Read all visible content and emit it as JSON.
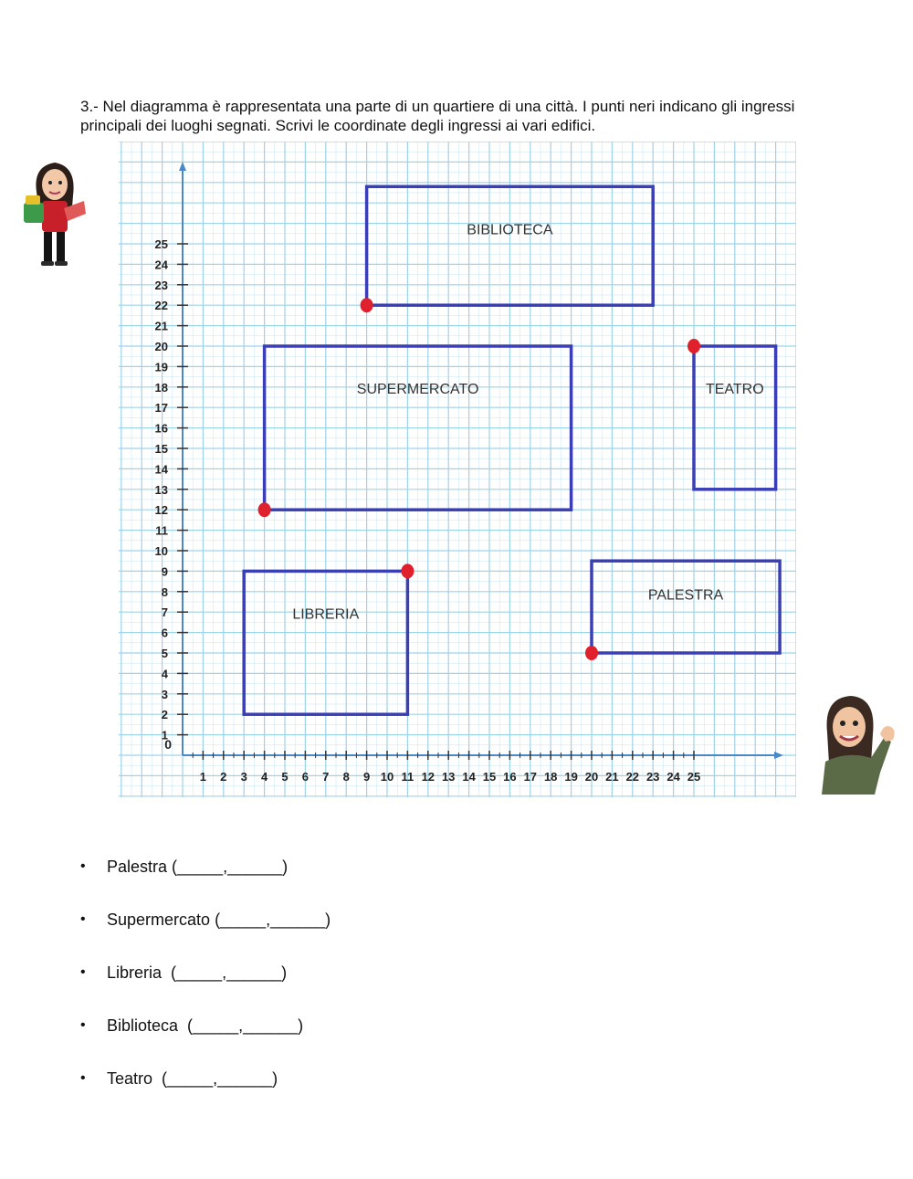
{
  "instructions": "3.- Nel diagramma è rappresentata una parte di un quartiere di una città. I punti neri indicano gli ingressi principali dei luoghi segnati. Scrivi le coordinate degli ingressi ai vari edifici.",
  "chart_data": {
    "type": "diagram",
    "x_ticks": [
      "1",
      "2",
      "3",
      "4",
      "5",
      "6",
      "7",
      "8",
      "9",
      "10",
      "11",
      "12",
      "13",
      "14",
      "15",
      "16",
      "17",
      "18",
      "19",
      "20",
      "21",
      "22",
      "23",
      "24",
      "25"
    ],
    "y_ticks": [
      "1",
      "2",
      "3",
      "4",
      "5",
      "6",
      "7",
      "8",
      "9",
      "10",
      "11",
      "12",
      "13",
      "14",
      "15",
      "16",
      "17",
      "18",
      "19",
      "20",
      "21",
      "22",
      "23",
      "24",
      "25"
    ],
    "origin_label": "0",
    "buildings": [
      {
        "name": "BIBLIOTECA",
        "x1": 9,
        "y1": 22,
        "x2": 23,
        "y2": 27.8,
        "entrance": [
          9,
          22
        ]
      },
      {
        "name": "SUPERMERCATO",
        "x1": 4,
        "y1": 12,
        "x2": 19,
        "y2": 20,
        "entrance": [
          4,
          12
        ]
      },
      {
        "name": "TEATRO",
        "x1": 25,
        "y1": 13,
        "x2": 29,
        "y2": 20,
        "entrance": [
          25,
          20
        ]
      },
      {
        "name": "LIBRERIA",
        "x1": 3,
        "y1": 2,
        "x2": 11,
        "y2": 9,
        "entrance": [
          11,
          9
        ]
      },
      {
        "name": "PALESTRA",
        "x1": 20,
        "y1": 5,
        "x2": 29.2,
        "y2": 9.5,
        "entrance": [
          20,
          5
        ]
      }
    ],
    "colors": {
      "grid": "#9fd3e6",
      "axis": "#4a88c8",
      "building": "#3b3fb5",
      "entrance": "#e0202c"
    }
  },
  "answers": [
    {
      "label": "Palestra",
      "blank": " (_____,______)"
    },
    {
      "label": "Supermercato",
      "blank": " (_____,______)"
    },
    {
      "label": "Libreria",
      "blank": "  (_____,______)"
    },
    {
      "label": "Biblioteca",
      "blank": "  (_____,______)"
    },
    {
      "label": "Teatro",
      "blank": "  (_____,______)"
    }
  ],
  "bullet": "•"
}
